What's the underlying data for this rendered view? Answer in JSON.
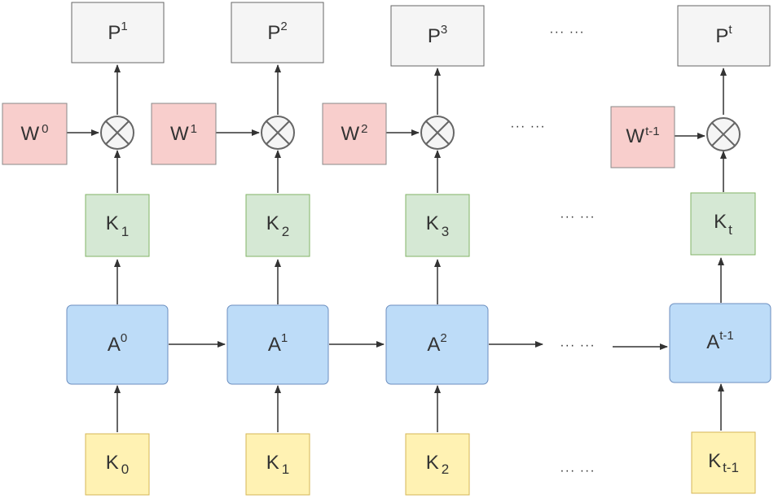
{
  "colors": {
    "p_fill": "#f5f5f5",
    "p_stroke": "#666666",
    "w_fill": "#f8cecc",
    "w_stroke": "#888888",
    "k_fill": "#d5e8d4",
    "k_stroke": "#82b366",
    "a_fill": "#bddcf8",
    "a_stroke": "#6c8ebf",
    "in_fill": "#fff2b3",
    "in_stroke": "#d6b656",
    "arrow": "#333333"
  },
  "outputs": [
    {
      "base": "P",
      "sup": "1"
    },
    {
      "base": "P",
      "sup": "2"
    },
    {
      "base": "P",
      "sup": "3"
    },
    {
      "base": "P",
      "sup": "t"
    }
  ],
  "weights": [
    {
      "base": "W",
      "sup": "0"
    },
    {
      "base": "W",
      "sup": "1"
    },
    {
      "base": "W",
      "sup": "2"
    },
    {
      "base": "W",
      "sup": "t-1"
    }
  ],
  "keys": [
    {
      "base": "K",
      "sub": "1"
    },
    {
      "base": "K",
      "sub": "2"
    },
    {
      "base": "K",
      "sub": "3"
    },
    {
      "base": "K",
      "sub": "t"
    }
  ],
  "states": [
    {
      "base": "A",
      "sup": "0"
    },
    {
      "base": "A",
      "sup": "1"
    },
    {
      "base": "A",
      "sup": "2"
    },
    {
      "base": "A",
      "sup": "t-1"
    }
  ],
  "inputs": [
    {
      "base": "K",
      "sub": "0"
    },
    {
      "base": "K",
      "sub": "1"
    },
    {
      "base": "K",
      "sub": "2"
    },
    {
      "base": "K",
      "sub": "t-1"
    }
  ],
  "ellipsis": "··· ···",
  "operator_icon": "circled-times-icon"
}
